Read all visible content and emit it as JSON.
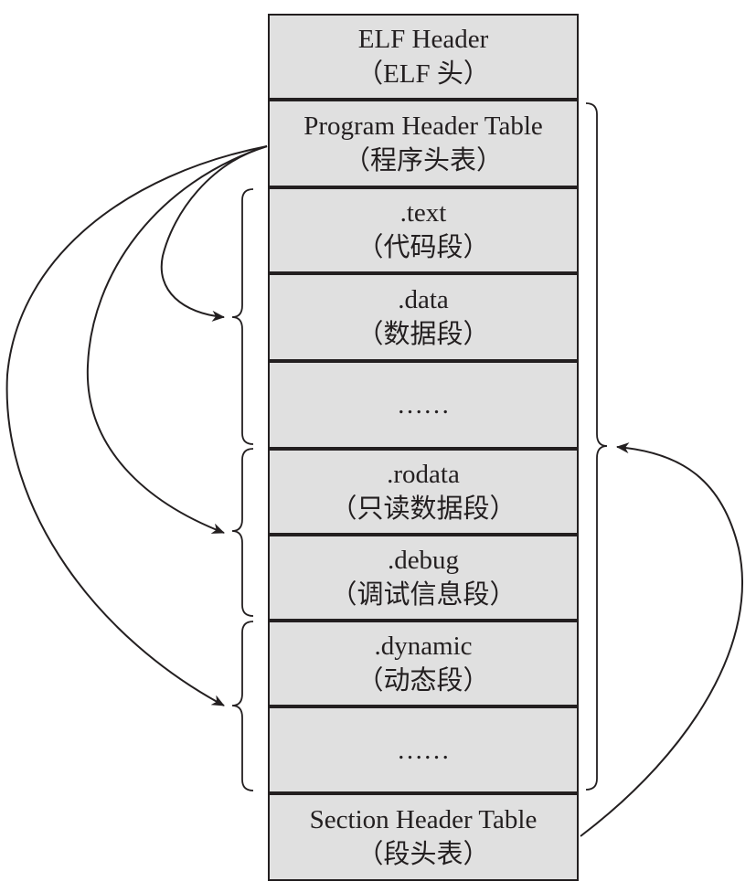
{
  "blocks": [
    {
      "name": "elf-header",
      "title": "ELF Header",
      "subtitle": "（ELF 头）"
    },
    {
      "name": "program-header-table",
      "title": "Program Header Table",
      "subtitle": "（程序头表）"
    },
    {
      "name": "text-section",
      "title": ".text",
      "subtitle": "（代码段）"
    },
    {
      "name": "data-section",
      "title": ".data",
      "subtitle": "（数据段）"
    },
    {
      "name": "ellipsis-1",
      "title": "……",
      "subtitle": ""
    },
    {
      "name": "rodata-section",
      "title": ".rodata",
      "subtitle": "（只读数据段）"
    },
    {
      "name": "debug-section",
      "title": ".debug",
      "subtitle": "（调试信息段）"
    },
    {
      "name": "dynamic-section",
      "title": ".dynamic",
      "subtitle": "（动态段）"
    },
    {
      "name": "ellipsis-2",
      "title": "……",
      "subtitle": ""
    },
    {
      "name": "section-header-table",
      "title": "Section Header Table",
      "subtitle": "（段头表）"
    }
  ],
  "colors": {
    "block_fill": "#e0e0e0",
    "stroke": "#231f20",
    "background": "#ffffff"
  }
}
